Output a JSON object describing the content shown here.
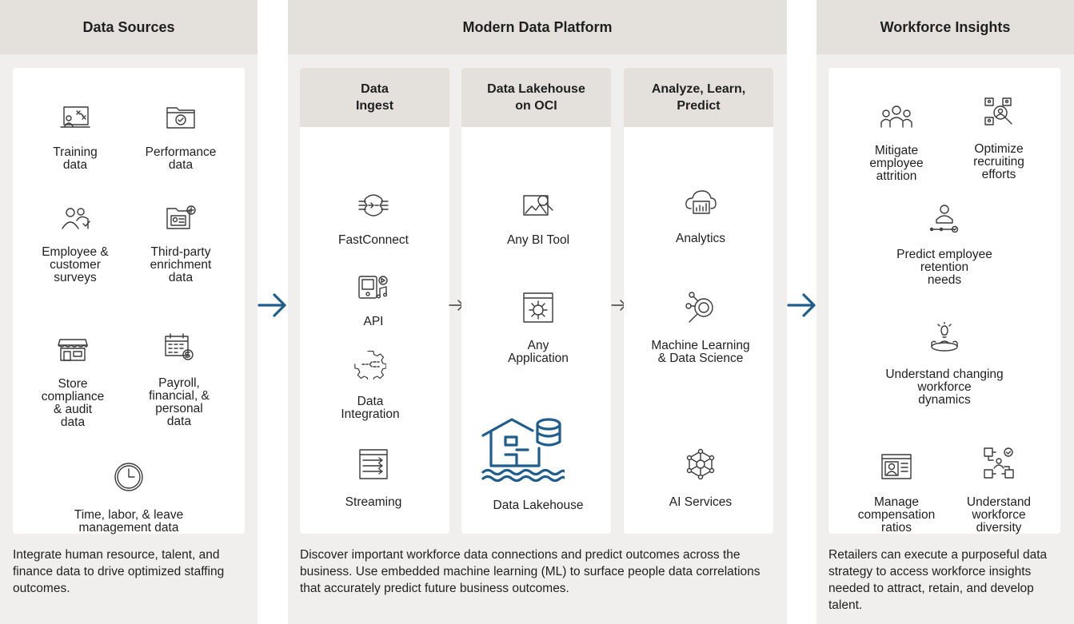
{
  "columns": {
    "sources": {
      "title": "Data Sources",
      "items": [
        {
          "label": "Training\ndata",
          "icon": "training-board-icon"
        },
        {
          "label": "Performance\ndata",
          "icon": "performance-folder-icon"
        },
        {
          "label": "Employee &\ncustomer\nsurveys",
          "icon": "survey-people-icon"
        },
        {
          "label": "Third-party\nenrichment\ndata",
          "icon": "enrichment-folder-icon"
        },
        {
          "label": "Store\ncompliance\n& audit\ndata",
          "icon": "store-icon"
        },
        {
          "label": "Payroll,\nfinancial, &\npersonal\ndata",
          "icon": "payroll-calendar-icon"
        },
        {
          "label": "Time, labor, & leave\nmanagement data",
          "icon": "clock-icon"
        }
      ],
      "description": "Integrate human resource, talent, and finance data to drive optimized staffing outcomes."
    },
    "platform": {
      "title": "Modern Data Platform",
      "ingest": {
        "title": "Data\nIngest",
        "items": [
          {
            "label": "FastConnect",
            "icon": "fastconnect-icon"
          },
          {
            "label": "API",
            "icon": "api-device-icon"
          },
          {
            "label": "Data\nIntegration",
            "icon": "data-integration-gear-icon"
          },
          {
            "label": "Streaming",
            "icon": "streaming-icon"
          }
        ]
      },
      "lakehouse": {
        "title": "Data Lakehouse\non OCI",
        "items": [
          {
            "label": "Any BI Tool",
            "icon": "bi-tool-icon"
          },
          {
            "label": "Any\nApplication",
            "icon": "application-window-icon"
          },
          {
            "label": "Data Lakehouse",
            "icon": "data-lakehouse-icon"
          }
        ]
      },
      "analyze": {
        "title": "Analyze, Learn,\nPredict",
        "items": [
          {
            "label": "Analytics",
            "icon": "cloud-analytics-icon"
          },
          {
            "label": "Machine Learning\n& Data Science",
            "icon": "machine-learning-icon"
          },
          {
            "label": "AI Services",
            "icon": "ai-network-icon"
          }
        ]
      },
      "description": "Discover important workforce data connections and predict outcomes across the business. Use embedded machine learning (ML) to surface people data correlations that accurately predict future business outcomes."
    },
    "insights": {
      "title": "Workforce Insights",
      "items": [
        {
          "label": "Mitigate\nemployee\nattrition",
          "icon": "people-group-icon"
        },
        {
          "label": "Optimize\nrecruiting\nefforts",
          "icon": "recruiting-search-icon"
        },
        {
          "label": "Predict employee\nretention\nneeds",
          "icon": "retention-person-icon"
        },
        {
          "label": "Understand changing\nworkforce\ndynamics",
          "icon": "meeting-idea-icon"
        },
        {
          "label": "Manage\ncompensation\nratios",
          "icon": "compensation-profile-icon"
        },
        {
          "label": "Understand\nworkforce\ndiversity",
          "icon": "diversity-network-icon"
        }
      ],
      "description": "Retailers can execute a purposeful data strategy to access workforce insights needed to attract, retain, and develop talent."
    }
  },
  "colors": {
    "header_bg": "#e4e1dc",
    "column_bg": "#f1efed",
    "arrow_blue": "#1f5d8c",
    "lakehouse_blue": "#1f5d8c"
  }
}
